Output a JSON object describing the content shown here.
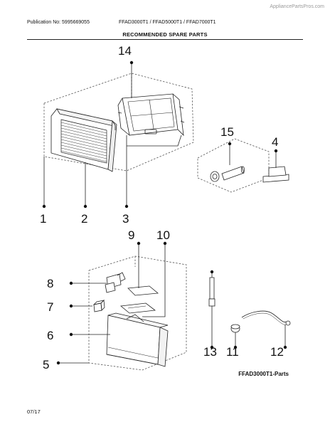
{
  "header": {
    "publication": "Publication No: 5995669055",
    "models": "FFAD3000T1 / FFAD5000T1 / FFAD7000T1",
    "watermark": "AppliancePartsPros.com"
  },
  "title": "RECOMMENDED SPARE PARTS",
  "callouts": {
    "c1": "1",
    "c2": "2",
    "c3": "3",
    "c4": "4",
    "c5": "5",
    "c6": "6",
    "c7": "7",
    "c8": "8",
    "c9": "9",
    "c10": "10",
    "c11": "11",
    "c12": "12",
    "c13": "13",
    "c14": "14",
    "c15": "15"
  },
  "footer": {
    "diagram_label": "FFAD3000T1-Parts",
    "date": "07/17"
  }
}
